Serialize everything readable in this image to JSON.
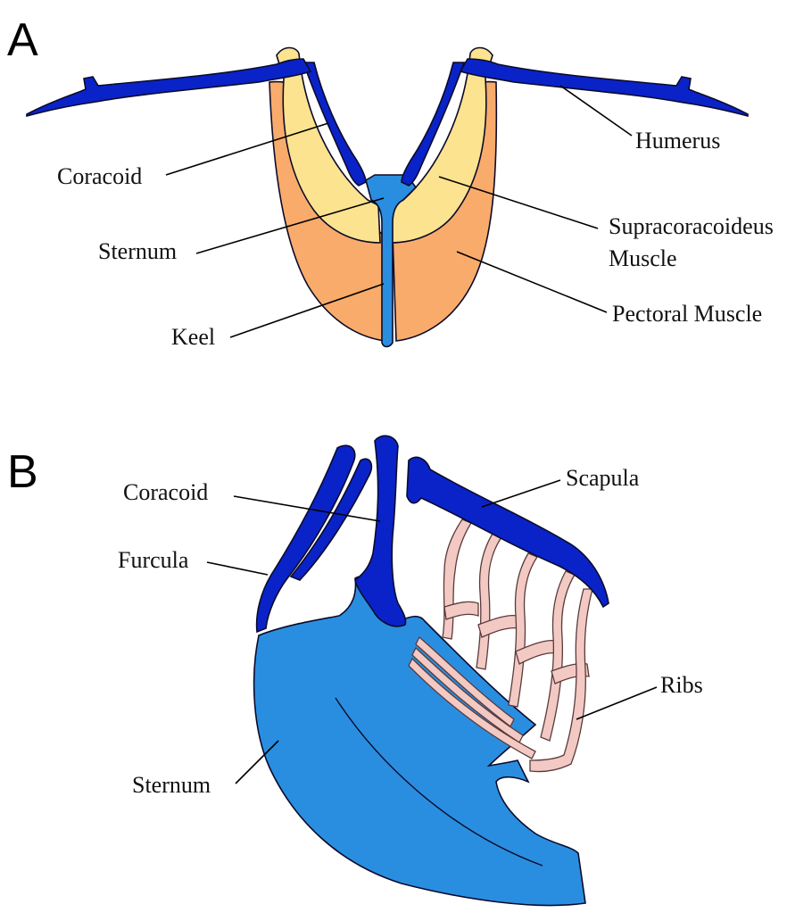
{
  "panelA": {
    "letter": "A",
    "labels": {
      "humerus": "Humerus",
      "coracoid": "Coracoid",
      "sternum": "Sternum",
      "supracoracoideus_line1": "Supracoracoideus",
      "supracoracoideus_line2": "Muscle",
      "keel": "Keel",
      "pectoral": "Pectoral Muscle"
    }
  },
  "panelB": {
    "letter": "B",
    "labels": {
      "coracoid": "Coracoid",
      "scapula": "Scapula",
      "furcula": "Furcula",
      "ribs": "Ribs",
      "sternum": "Sternum"
    }
  },
  "colors": {
    "bone_dark": "#0a23c8",
    "sternum_blue": "#2a8ee0",
    "pectoral_orange": "#f9ab6b",
    "supracoracoideus_yellow": "#fbe38f",
    "ribs_pink": "#f3c9c4"
  }
}
